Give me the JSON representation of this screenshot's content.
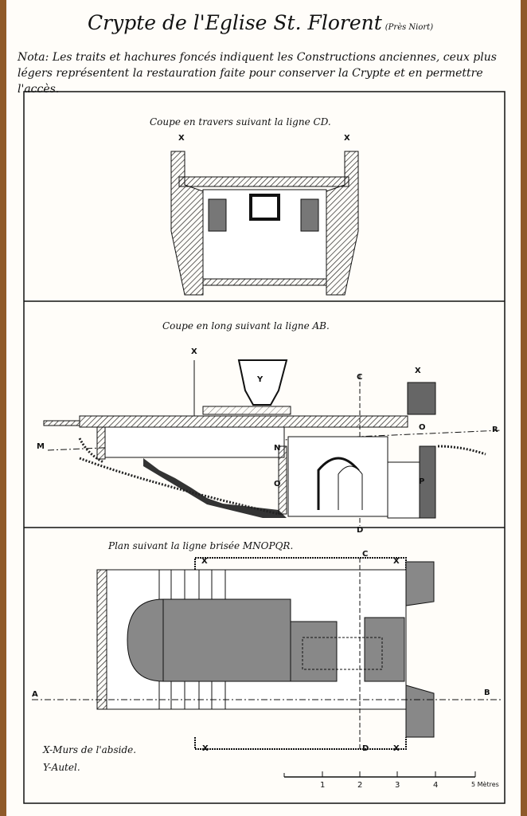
{
  "title": "Crypte de l'Eglise St. Florent",
  "title_location": "(Près Niort)",
  "note": "Nota: Les traits et hachures foncés indiquent les Constructions anciennes, ceux plus légers représentent la restauration faite pour conserver la Crypte et en permettre l'accès.",
  "sections": {
    "cross": {
      "title": "Coupe en travers suivant la ligne CD.",
      "labels": [
        "X",
        "X"
      ]
    },
    "long": {
      "title": "Coupe en long suivant la ligne AB.",
      "labels": [
        "X",
        "Y",
        "X",
        "M",
        "N",
        "O",
        "O",
        "R",
        "P",
        "C",
        "D"
      ]
    },
    "plan": {
      "title": "Plan suivant la ligne brisée MNOPQR.",
      "labels": [
        "X",
        "X",
        "A",
        "B",
        "X",
        "X",
        "D",
        "C"
      ]
    }
  },
  "legend": [
    "X-Murs de l'abside.",
    "Y-Autel."
  ],
  "scale": {
    "ticks": [
      "1",
      "2",
      "3",
      "4",
      "5 Mètres"
    ]
  }
}
